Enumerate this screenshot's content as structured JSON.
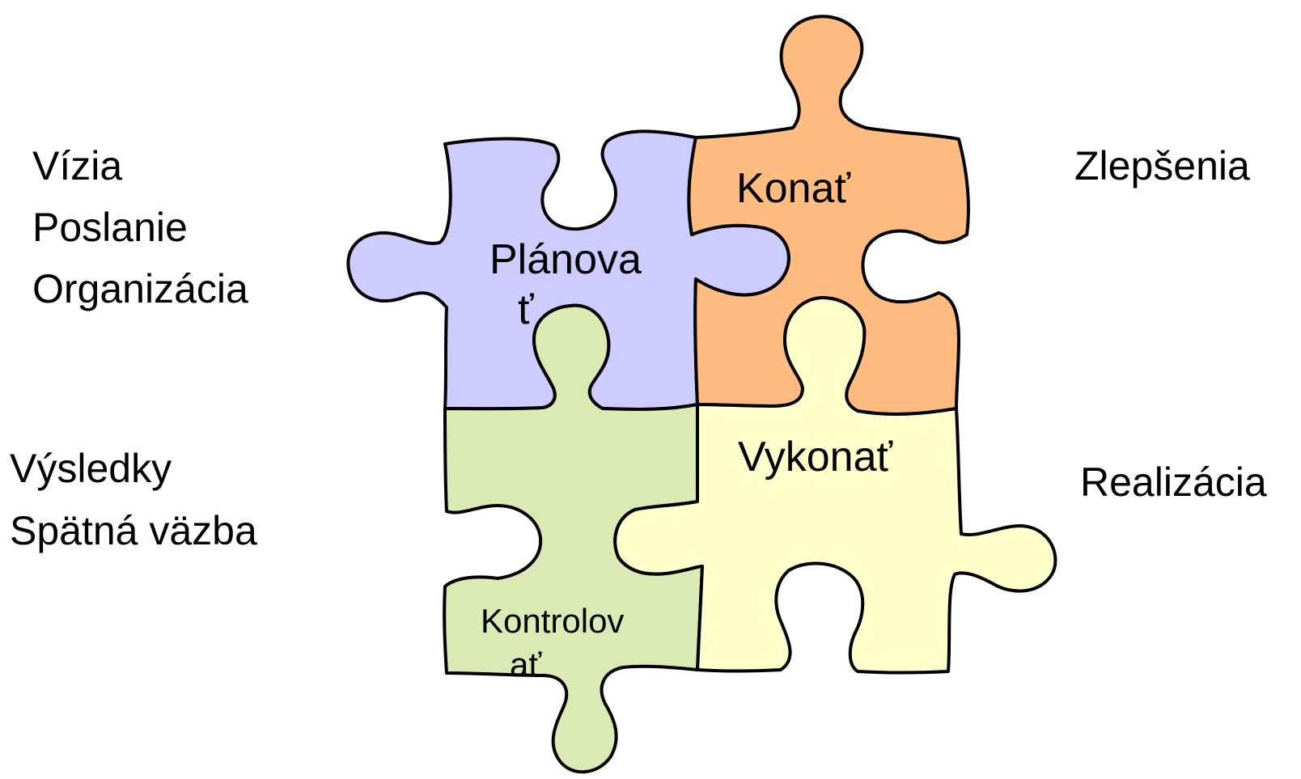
{
  "colors": {
    "planovat": "#ccccff",
    "konat": "#ffbb80",
    "vykonat": "#ffffcc",
    "kontrolovat": "#d9eab5",
    "outline": "#000000",
    "background": "#ffffff"
  },
  "left_top_labels": [
    "Vízia",
    "Poslanie",
    "Organizácia"
  ],
  "left_bottom_labels": [
    "Výsledky",
    "Spätná väzba"
  ],
  "right_top_label": "Zlepšenia",
  "right_bottom_label": "Realizácia",
  "pieces": {
    "planovat": {
      "line1": "Plánova",
      "line2": "ť"
    },
    "konat": {
      "label": "Konať"
    },
    "vykonat": {
      "label": "Vykonať"
    },
    "kontrolovat": {
      "line1": "Kontrolov",
      "line2": "ať"
    }
  }
}
